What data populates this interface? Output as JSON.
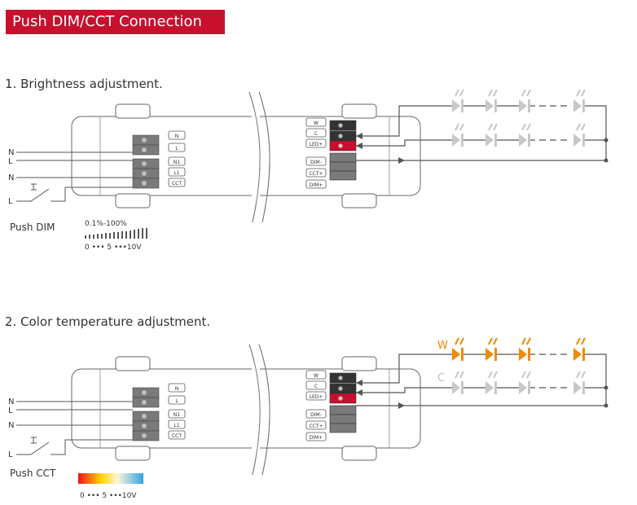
{
  "title": "Push DIM/CCT Connection",
  "section1": {
    "heading": "1. Brightness adjustment.",
    "input_labels": [
      "N",
      "L",
      "N",
      "L"
    ],
    "left_terminals": [
      "N",
      "L",
      "N1",
      "L1",
      "CCT"
    ],
    "right_terminals": [
      "W",
      "C",
      "LED+",
      "DIM-",
      "CCT+",
      "DIM+"
    ],
    "push_label": "Push DIM",
    "range_label": "0.1%-100%",
    "scale_label": "0 ••• 5 •••10V"
  },
  "section2": {
    "heading": "2. Color temperature adjustment.",
    "input_labels": [
      "N",
      "L",
      "N",
      "L"
    ],
    "left_terminals": [
      "N",
      "L",
      "N1",
      "L1",
      "CCT"
    ],
    "right_terminals": [
      "W",
      "C",
      "LED+",
      "DIM-",
      "CCT+",
      "DIM+"
    ],
    "push_label": "Push CCT",
    "warm_label": "W",
    "cool_label": "C",
    "scale_label": "0 ••• 5 •••10V"
  },
  "colors": {
    "brand_red": "#c8102e",
    "warm_led": "#f08a00",
    "grey_led": "#c8c8c8",
    "wire": "#555555"
  }
}
